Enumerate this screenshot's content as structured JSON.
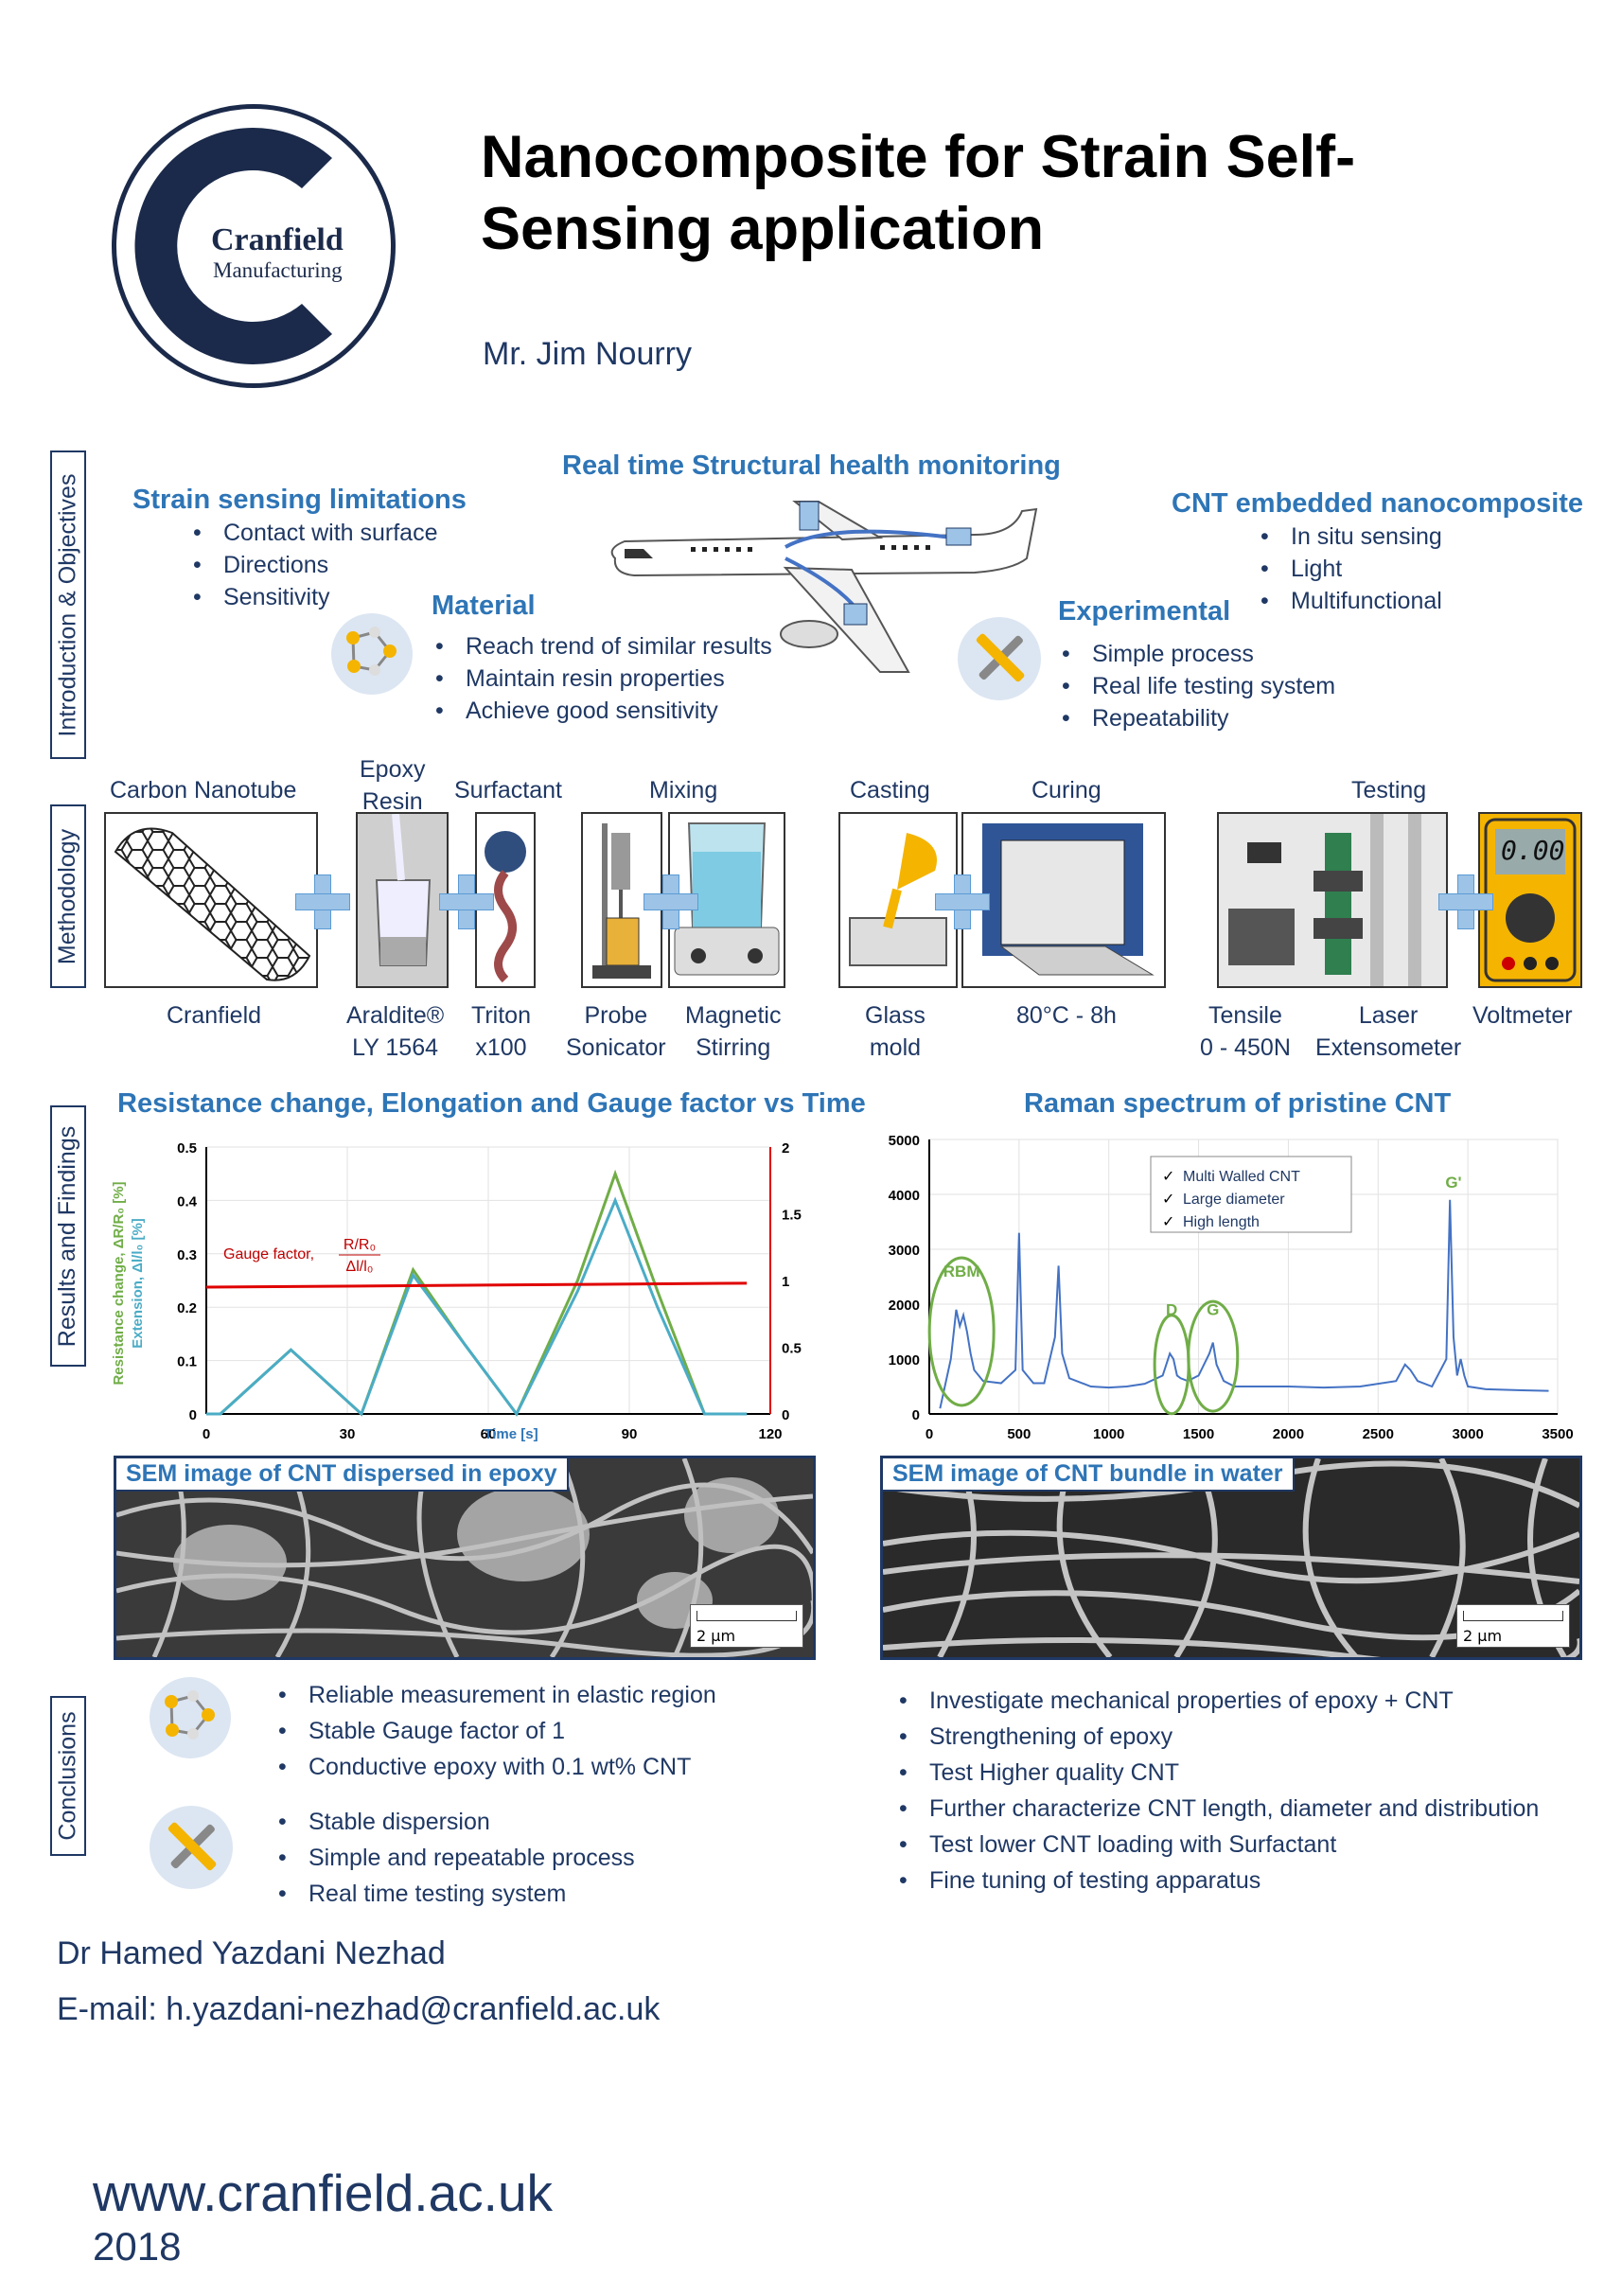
{
  "header": {
    "logo_name": "Cranfield",
    "logo_sub": "Manufacturing",
    "title": "Nanocomposite for Strain Self-Sensing application",
    "author": "Mr. Jim Nourry"
  },
  "sections": {
    "intro": "Introduction & Objectives",
    "method": "Methodology",
    "results": "Results and Findings",
    "conclusions": "Conclusions"
  },
  "intro": {
    "center_title": "Real time Structural health monitoring",
    "limits": {
      "title": "Strain sensing limitations",
      "items": [
        "Contact with surface",
        "Directions",
        "Sensitivity"
      ]
    },
    "material": {
      "title": "Material",
      "items": [
        "Reach trend of similar results",
        "Maintain resin properties",
        "Achieve good sensitivity"
      ]
    },
    "cnt": {
      "title": "CNT embedded nanocomposite",
      "items": [
        "In situ sensing",
        "Light",
        "Multifunctional"
      ]
    },
    "experimental": {
      "title": "Experimental",
      "items": [
        "Simple process",
        "Real life testing system",
        "Repeatability"
      ]
    }
  },
  "methodology": {
    "top": [
      "Carbon Nanotube",
      "Epoxy\nResin",
      "Surfactant",
      "Mixing",
      "Casting",
      "Curing",
      "Testing"
    ],
    "bottom": [
      "Cranfield",
      "Araldite®\nLY 1564",
      "Triton\nx100",
      "Probe\nSonicator",
      "Magnetic\nStirring",
      "Glass\nmold",
      "80°C - 8h",
      "Tensile\n0 - 450N",
      "Laser\nExtensometer",
      "Voltmeter"
    ],
    "voltmeter_display": "0.00"
  },
  "results": {
    "chart1_title": "Resistance change, Elongation and Gauge factor vs Time",
    "chart2_title": "Raman spectrum of pristine CNT",
    "sem1_label": "SEM image of CNT dispersed in epoxy",
    "sem2_label": "SEM image of CNT bundle in water",
    "scale_label": "2 μm"
  },
  "chart_data": [
    {
      "type": "line",
      "title": "Resistance change, Elongation and Gauge factor vs Time",
      "xlabel": "Time [s]",
      "ylabel_green": "Resistance change, ΔR/R₀ [%]",
      "ylabel_blue": "Extension, Δl/l₀ [%]",
      "xlim": [
        0,
        120
      ],
      "ylim": [
        0,
        0.5
      ],
      "y2lim": [
        0,
        2
      ],
      "xticks": [
        0,
        30,
        60,
        90,
        120
      ],
      "yticks": [
        0,
        0.1,
        0.2,
        0.3,
        0.4,
        0.5
      ],
      "y2ticks": [
        0,
        0.5,
        1,
        1.5,
        2
      ],
      "annotation": "Gauge factor,",
      "annotation_num": "R/R₀",
      "annotation_den": "Δl/l₀",
      "series": [
        {
          "color": "#70ad47",
          "x": [
            0,
            3,
            18,
            33,
            44,
            55,
            66,
            79,
            87,
            96,
            106,
            115
          ],
          "y": [
            0,
            0,
            0.12,
            0,
            0.27,
            0.13,
            0,
            0.25,
            0.45,
            0.23,
            0,
            0
          ]
        },
        {
          "color": "#4bacc6",
          "x": [
            0,
            3,
            18,
            33,
            44,
            55,
            66,
            79,
            87,
            96,
            106,
            115
          ],
          "y": [
            0,
            0,
            0.12,
            0,
            0.26,
            0.13,
            0,
            0.23,
            0.4,
            0.2,
            0,
            0
          ]
        },
        {
          "color": "#e00000",
          "axis": "right",
          "x": [
            0,
            115
          ],
          "y": [
            0.95,
            0.98
          ]
        }
      ]
    },
    {
      "type": "line",
      "title": "Raman spectrum of pristine CNT",
      "xlim": [
        0,
        3500
      ],
      "ylim": [
        0,
        5000
      ],
      "xticks": [
        0,
        500,
        1000,
        1500,
        2000,
        2500,
        3000,
        3500
      ],
      "yticks": [
        0,
        1000,
        2000,
        3000,
        4000,
        5000
      ],
      "legend": [
        "Multi Walled CNT",
        "Large diameter",
        "High length"
      ],
      "peaks": [
        "RBM",
        "D",
        "G",
        "G'"
      ],
      "series": [
        {
          "color": "#4472c4",
          "x": [
            60,
            120,
            150,
            170,
            190,
            210,
            230,
            250,
            300,
            400,
            480,
            500,
            520,
            580,
            640,
            700,
            720,
            740,
            780,
            820,
            860,
            900,
            1000,
            1100,
            1200,
            1300,
            1340,
            1360,
            1380,
            1400,
            1440,
            1500,
            1560,
            1580,
            1600,
            1640,
            1700,
            1800,
            2000,
            2200,
            2400,
            2600,
            2650,
            2680,
            2720,
            2800,
            2880,
            2900,
            2920,
            2940,
            2960,
            2980,
            3000,
            3100,
            3300,
            3450
          ],
          "y": [
            100,
            1000,
            1900,
            1600,
            1800,
            1500,
            1100,
            800,
            600,
            560,
            800,
            3300,
            800,
            560,
            560,
            1400,
            2700,
            1100,
            650,
            600,
            550,
            500,
            480,
            500,
            550,
            700,
            1100,
            1000,
            700,
            650,
            600,
            700,
            1100,
            1300,
            900,
            600,
            500,
            500,
            500,
            480,
            500,
            600,
            900,
            800,
            600,
            500,
            1000,
            3900,
            1400,
            700,
            1000,
            700,
            500,
            450,
            430,
            420
          ]
        }
      ]
    }
  ],
  "conclusions": {
    "left1": [
      "Reliable measurement in elastic region",
      "Stable Gauge factor of 1",
      "Conductive epoxy with 0.1 wt% CNT"
    ],
    "left2": [
      "Stable dispersion",
      "Simple and repeatable  process",
      "Real time testing system"
    ],
    "right": [
      "Investigate mechanical properties of epoxy + CNT",
      "Strengthening of epoxy",
      "Test Higher quality  CNT",
      "Further characterize CNT length, diameter and distribution",
      "Test lower CNT loading with Surfactant",
      "Fine tuning of testing apparatus"
    ]
  },
  "footer": {
    "contact_name": "Dr Hamed Yazdani Nezhad",
    "email_label": "E-mail:",
    "email": "h.yazdani-nezhad@cranfield.ac.uk",
    "website": "www.cranfield.ac.uk",
    "year": "2018"
  },
  "colors": {
    "navy": "#1f3864",
    "accent": "#2e75b6",
    "green": "#70ad47",
    "blue": "#4bacc6",
    "red": "#e00000"
  }
}
